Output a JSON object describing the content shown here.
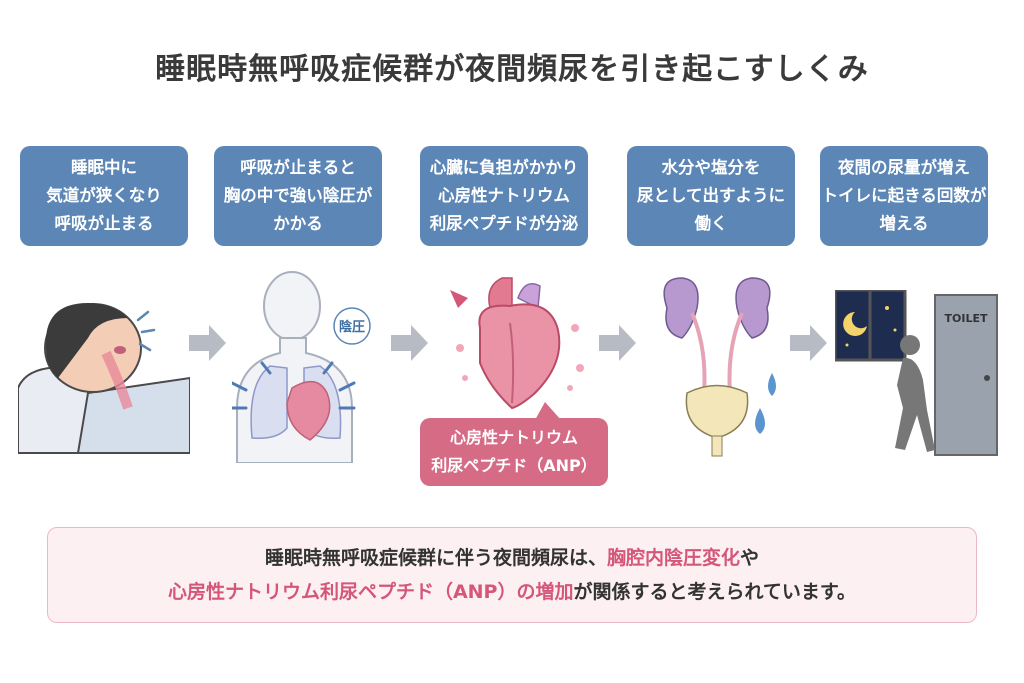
{
  "title": "睡眠時無呼吸症候群が夜間頻尿を引き起こすしくみ",
  "steps": [
    {
      "text": "睡眠中に\n気道が狭くなり\n呼吸が止まる"
    },
    {
      "text": "呼吸が止まると\n胸の中で強い陰圧が\nかかる"
    },
    {
      "text": "心臓に負担がかかり\n心房性ナトリウム\n利尿ペプチドが分泌"
    },
    {
      "text": "水分や塩分を\n尿として出すように\n働く"
    },
    {
      "text": "夜間の尿量が増え\nトイレに起きる回数が\n増える"
    }
  ],
  "illustrations": {
    "negative_pressure_label": "陰圧",
    "anp_line1": "心房性ナトリウム",
    "anp_line2": "利尿ペプチド（ANP）",
    "toilet_sign": "TOILET"
  },
  "callout": {
    "line1_prefix": "睡眠時無呼吸症候群に伴う夜間頻尿は、",
    "line1_highlight": "胸腔内陰圧変化",
    "line1_suffix": "や",
    "line2_highlight": "心房性ナトリウム利尿ペプチド（ANP）の増加",
    "line2_suffix": "が関係すると考えられています。"
  },
  "colors": {
    "step_blue": "#5b86b5",
    "accent_pink": "#d66b86",
    "arrow_gray": "#b7bcc4",
    "callout_bg": "#fcf0f2"
  }
}
